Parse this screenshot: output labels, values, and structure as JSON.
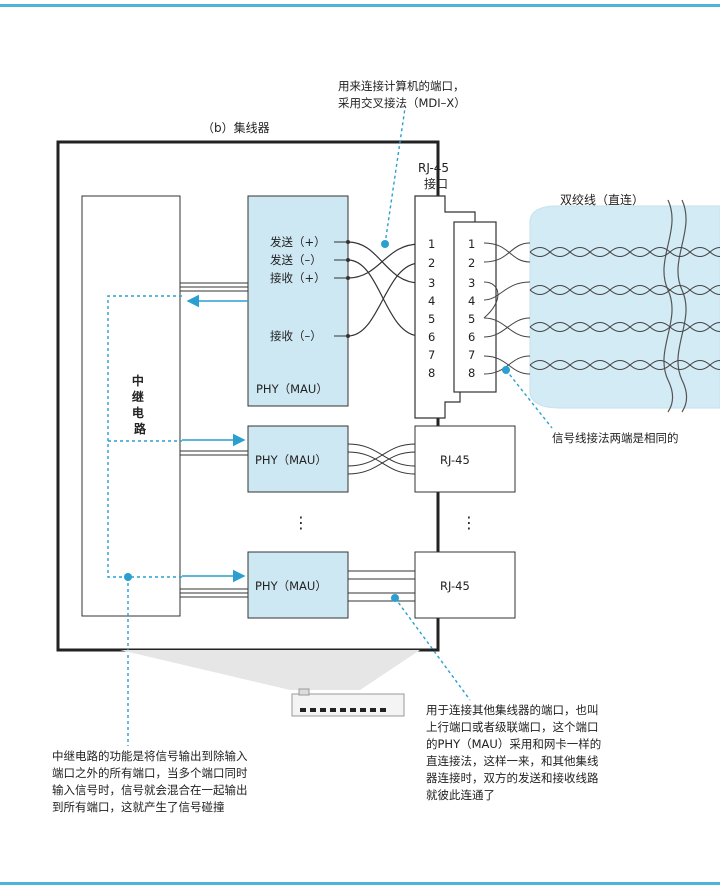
{
  "hub_title": "（b）集线器",
  "cable_label": "双绞线（直连）",
  "rj45_top_label": "RJ-45\n接口",
  "repeater_label": "中继电路",
  "phy_label": "PHY（MAU）",
  "rj45_label": "RJ-45",
  "port_signals": {
    "send_plus": "发送（+）",
    "send_minus": "发送（–）",
    "recv_plus": "接收（+）",
    "recv_minus": "接收（–）"
  },
  "pin_numbers": [
    "1",
    "2",
    "3",
    "4",
    "5",
    "6",
    "7",
    "8"
  ],
  "ellipsis": "⋮",
  "annotations": {
    "mdix": "用来连接计算机的端口，\n采用交叉接法（MDI–X）",
    "same_wiring": "信号线接法两端是相同的",
    "repeater": "中继电路的功能是将信号输出到除输入\n端口之外的所有端口，当多个端口同时\n输入信号时，信号就会混合在一起输出\n到所有端口，这就产生了信号碰撞",
    "uplink": "用于连接其他集线器的端口，也叫\n上行端口或者级联端口，这个端口\n的PHY（MAU）采用和网卡一样的\n直连接法，这样一来，和其他集线\n器连接时，双方的发送和接收线路\n就彼此连通了"
  },
  "colors": {
    "accent": "#4fb3d9",
    "phy_fill": "#cde7f3",
    "cable_fill": "#d3ebf5"
  }
}
